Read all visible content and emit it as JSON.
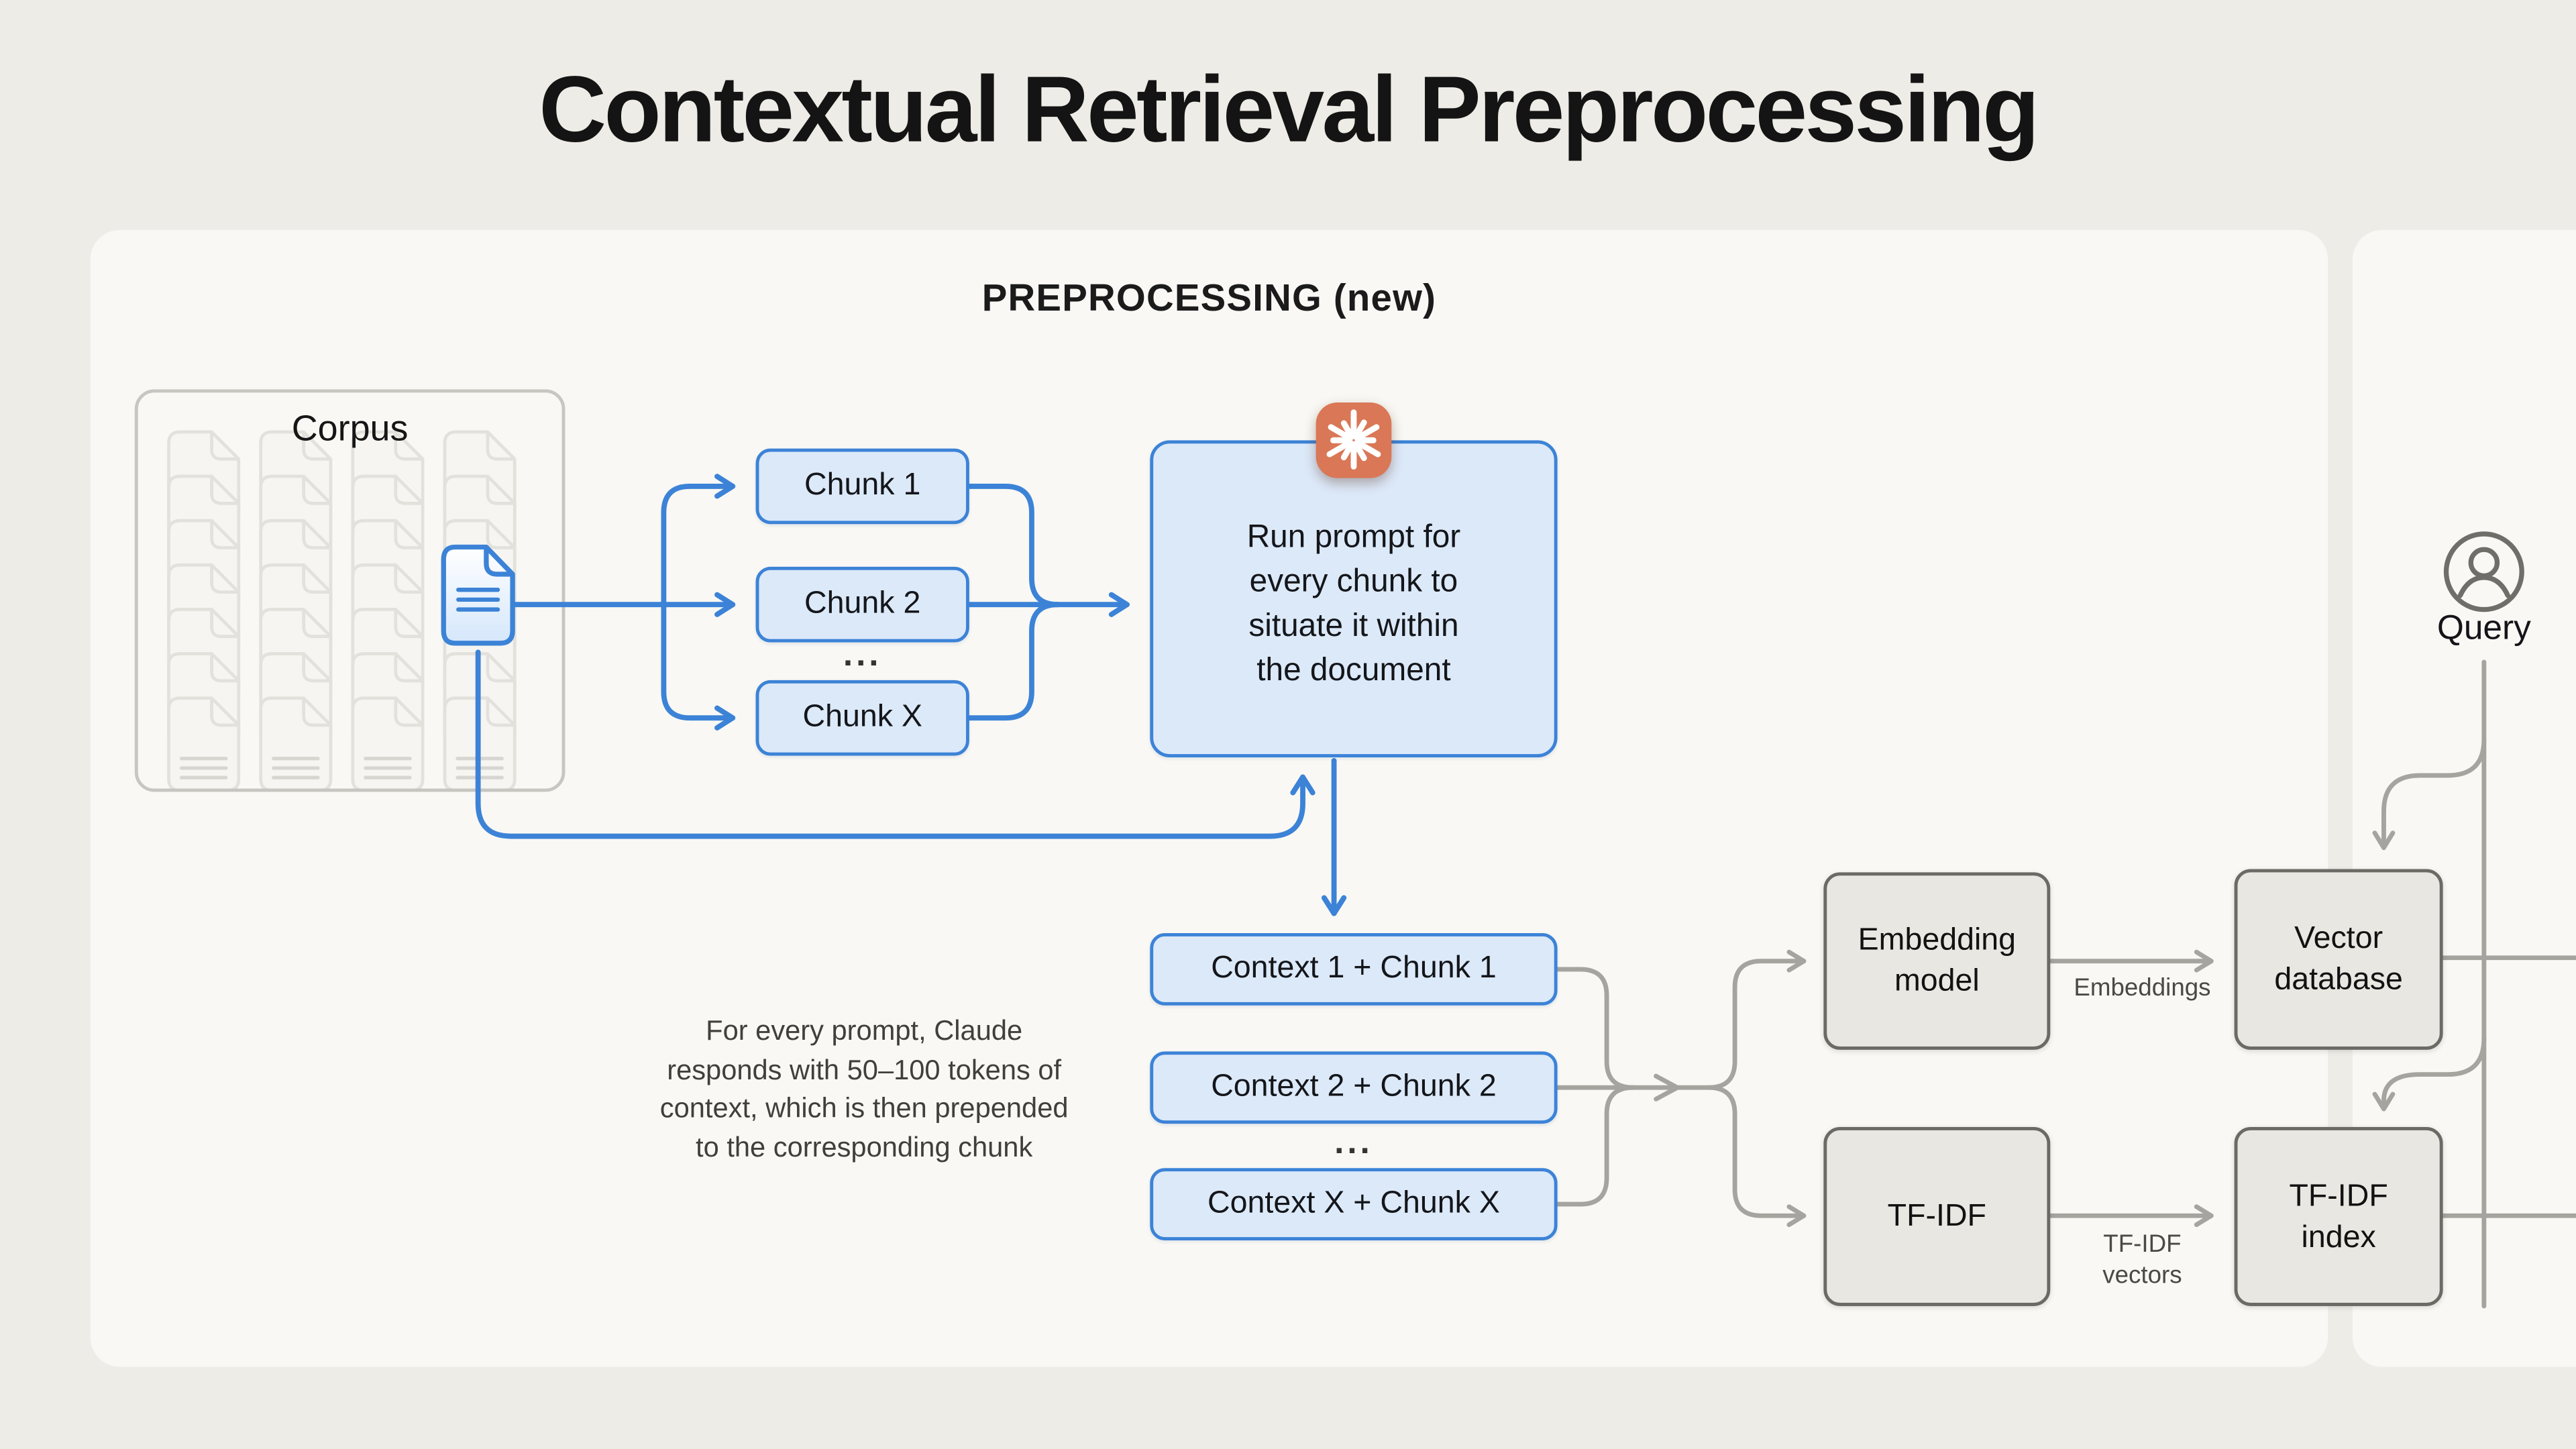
{
  "title": "Contextual Retrieval Preprocessing",
  "colors": {
    "page_background": "#eeece7",
    "panel_background": "#f9f8f4",
    "accent_blue": "#3c83d7",
    "blue_box_fill": "#dce9f9",
    "claude_orange": "#d97757",
    "gray_box_fill": "#e9e7e1",
    "gray_box_border": "#6b6a64",
    "gray_connector": "#a5a49f",
    "faint_doc_fill": "#f6f5f1",
    "faint_doc_stroke": "#e2e1dc"
  },
  "preprocessing_panel": {
    "label": "PREPROCESSING (new)",
    "corpus": {
      "label": "Corpus",
      "columns": 4,
      "docs_per_column": 7,
      "highlighted_doc_icon": "document-icon"
    },
    "chunks": [
      "Chunk 1",
      "Chunk 2",
      "Chunk X"
    ],
    "chunks_ellipsis": "...",
    "run_prompt_box": {
      "icon": "claude-spark-icon",
      "text": "Run prompt for\nevery chunk to\nsituate it within\nthe document"
    },
    "context_chunks": [
      "Context 1 + Chunk 1",
      "Context 2 + Chunk 2",
      "Context X + Chunk X"
    ],
    "context_ellipsis": "...",
    "note": "For every prompt, Claude\nresponds with 50–100 tokens of\ncontext, which is then prepended\nto the corresponding chunk",
    "embedding_model_label": "Embedding\nmodel",
    "embeddings_arrow_label": "Embeddings",
    "vector_database_label": "Vector\ndatabase",
    "tfidf_label": "TF-IDF",
    "tfidf_arrow_label": "TF-IDF\nvectors",
    "tfidf_index_label": "TF-IDF\nindex"
  },
  "query_panel": {
    "query_label": "Query",
    "query_icon": "person-icon"
  }
}
